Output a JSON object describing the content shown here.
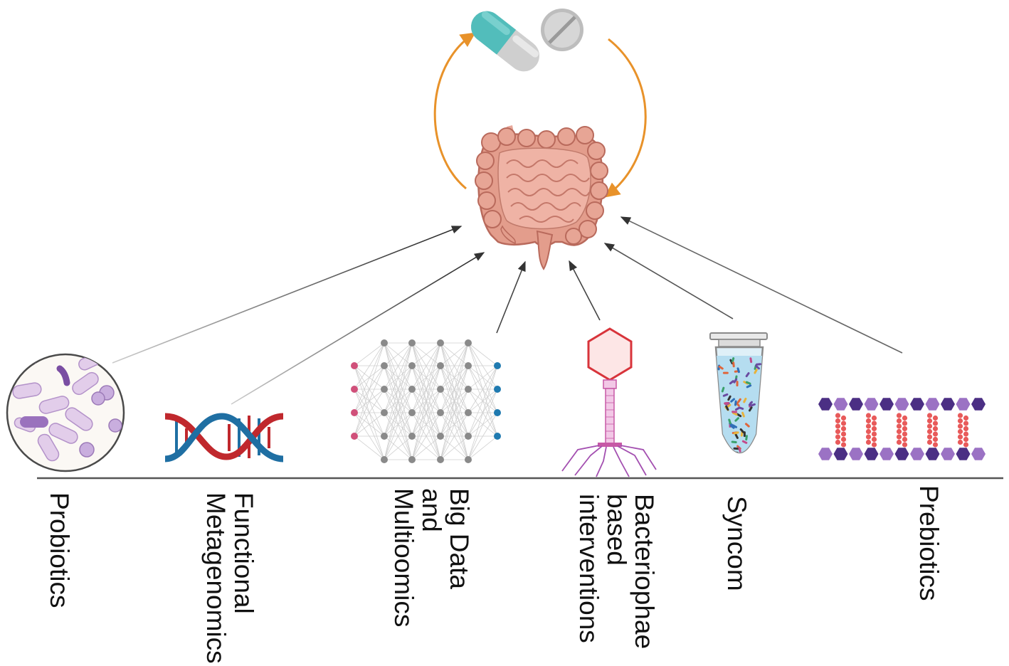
{
  "labels": {
    "probiotics": [
      "Probiotics"
    ],
    "functional_metagenomics": [
      "Functional",
      "Metagenomics"
    ],
    "big_data": [
      "Big Data",
      "and",
      "Multioomics"
    ],
    "bacteriophage": [
      "Bacteriophae",
      "based",
      "interventions"
    ],
    "syncom": [
      "Syncom"
    ],
    "prebiotics": [
      "Prebiotics"
    ]
  },
  "colors": {
    "cycle_arrow": "#e8922a",
    "connector": "#333333",
    "baseline": "#555555",
    "gut": "#e3a393",
    "capsule_teal": "#5bbfbf",
    "dna_red": "#c0282d",
    "dna_blue": "#1f6fa3",
    "phage_head": "#d8343b",
    "phage_tail": "#c759a6",
    "prebiotic_hex": "#5a3c8c",
    "prebiotic_bead": "#e85a5a"
  },
  "icons": [
    "capsule-icon",
    "tablet-icon",
    "gut-icon",
    "bacteria-circle-icon",
    "dna-helix-icon",
    "neural-network-icon",
    "bacteriophage-icon",
    "tube-icon",
    "prebiotic-chain-icon"
  ]
}
